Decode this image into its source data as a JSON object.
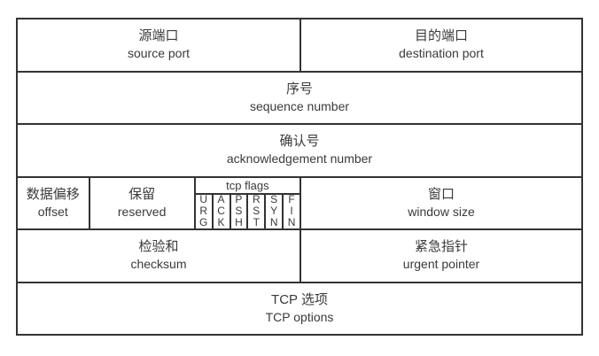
{
  "colors": {
    "border": "#333333",
    "text": "#3a3a3a",
    "background": "#ffffff"
  },
  "cells": {
    "source_port": {
      "zh": "源端口",
      "en": "source port"
    },
    "destination_port": {
      "zh": "目的端口",
      "en": "destination port"
    },
    "sequence_number": {
      "zh": "序号",
      "en": "sequence number"
    },
    "acknowledgement_number": {
      "zh": "确认号",
      "en": "acknowledgement number"
    },
    "data_offset": {
      "zh": "数据偏移",
      "en": "offset"
    },
    "reserved": {
      "zh": "保留",
      "en": "reserved"
    },
    "tcp_flags_label": "tcp flags",
    "flags": [
      "URG",
      "ACK",
      "PSH",
      "RST",
      "SYN",
      "FIN"
    ],
    "window_size": {
      "zh": "窗口",
      "en": "window size"
    },
    "checksum": {
      "zh": "检验和",
      "en": "checksum"
    },
    "urgent_pointer": {
      "zh": "紧急指针",
      "en": "urgent pointer"
    },
    "tcp_options": {
      "zh": "TCP 选项",
      "en": "TCP options"
    }
  }
}
